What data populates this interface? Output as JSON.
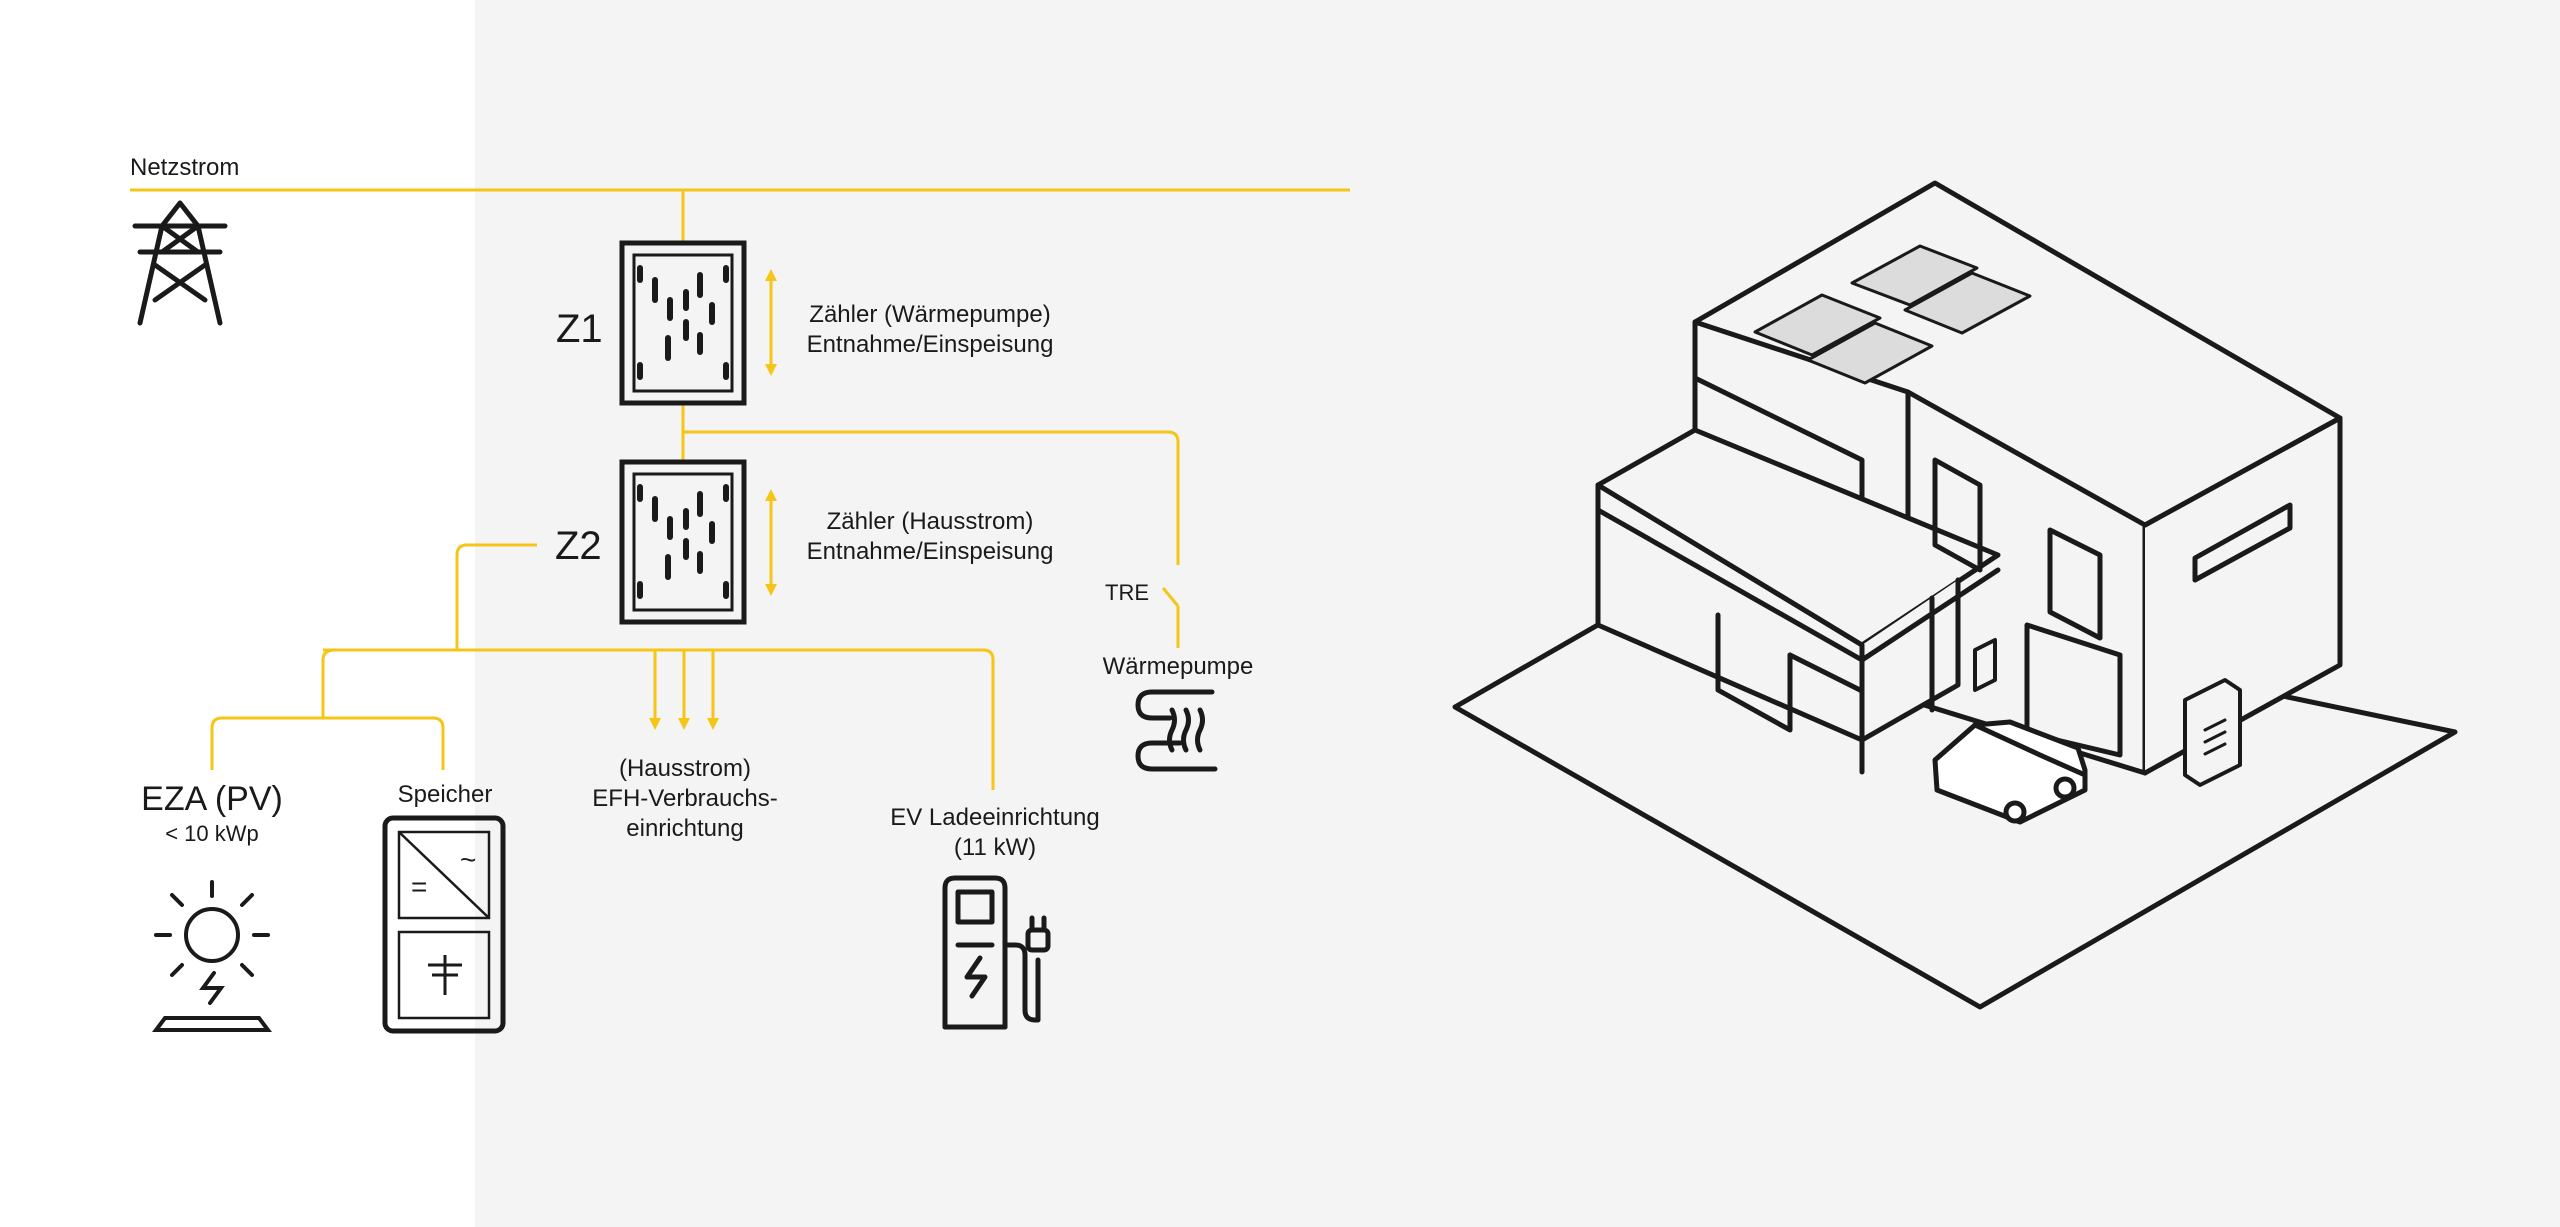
{
  "colors": {
    "line": "#f5c518",
    "ink": "#1a1a1a",
    "panel": "#f4f4f4"
  },
  "labels": {
    "netzstrom": "Netzstrom",
    "z1": "Z1",
    "z2": "Z2",
    "z1_desc_1": "Zähler (Wärmepumpe)",
    "z1_desc_2": "Entnahme/Einspeisung",
    "z2_desc_1": "Zähler (Hausstrom)",
    "z2_desc_2": "Entnahme/Einspeisung",
    "tre": "TRE",
    "waermepumpe": "Wärmepumpe",
    "eza": "EZA (PV)",
    "eza_sub": "< 10 kWp",
    "speicher": "Speicher",
    "hausstrom_1": "(Hausstrom)",
    "hausstrom_2": "EFH-Verbrauchs-",
    "hausstrom_3": "einrichtung",
    "ev_1": "EV Ladeeinrichtung",
    "ev_2": "(11 kW)",
    "inv_dc": "=",
    "inv_ac": "~"
  },
  "icons": [
    "power-pylon-icon",
    "meter-icon",
    "heat-pump-icon",
    "sun-pv-icon",
    "battery-storage-icon",
    "ev-charger-icon",
    "house-illustration"
  ]
}
